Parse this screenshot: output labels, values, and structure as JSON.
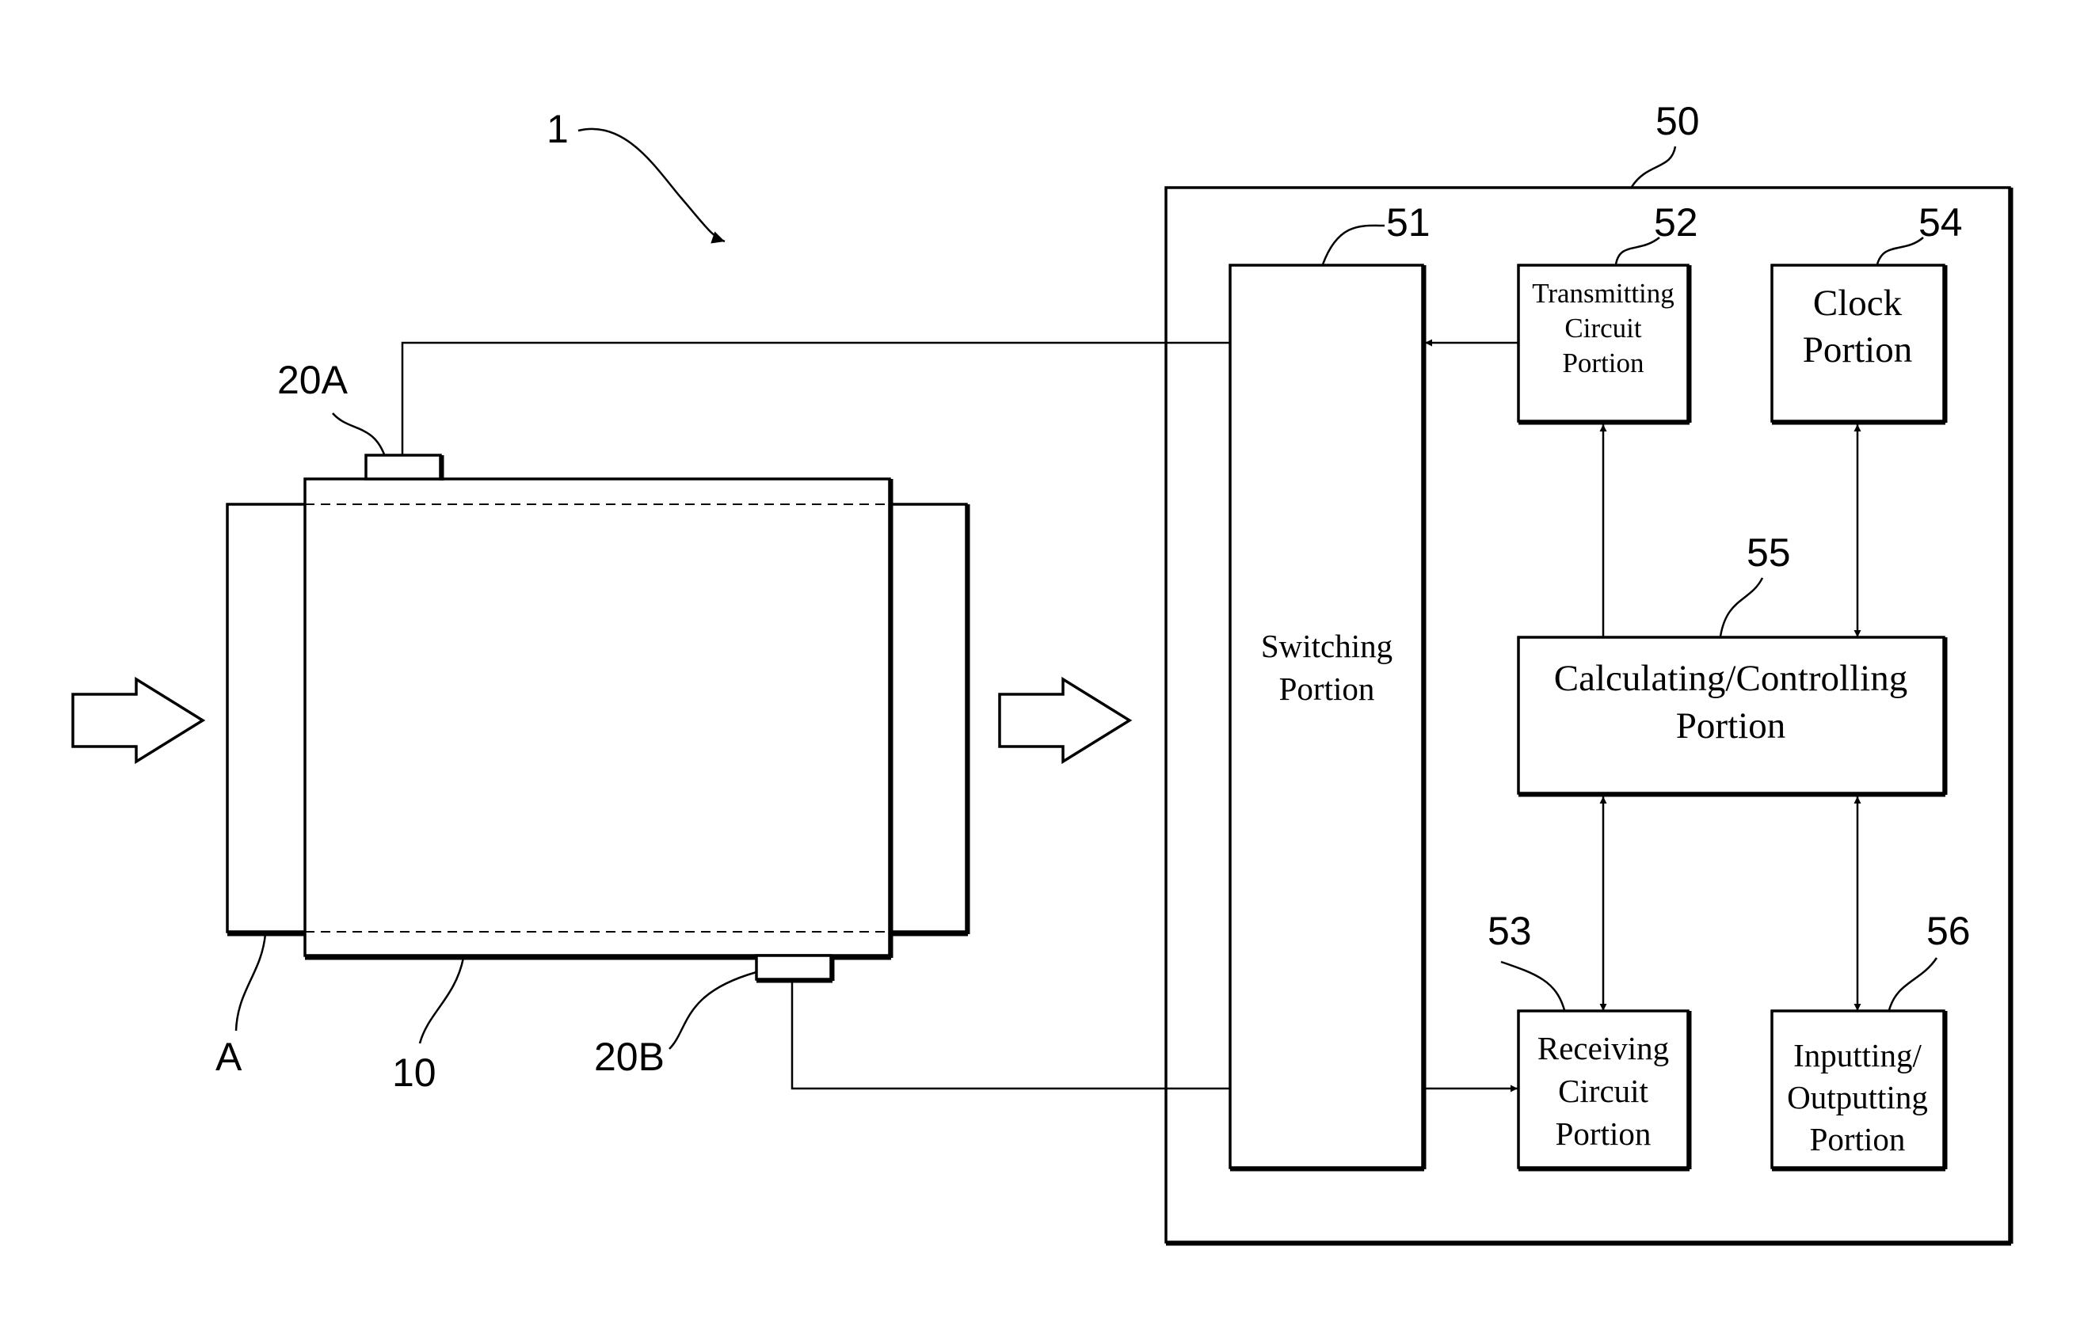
{
  "diagram": {
    "reference_numerals": {
      "system": "1",
      "flow_pipe": "10",
      "upstream_pipe": "A",
      "transducer_a": "20A",
      "transducer_b": "20B",
      "controller": "50",
      "switching": "51",
      "transmitting": "52",
      "receiving": "53",
      "clock": "54",
      "calculating": "55",
      "io": "56"
    },
    "blocks": {
      "switching": [
        "Switching",
        "Portion"
      ],
      "transmitting": [
        "Transmitting",
        "Circuit",
        "Portion"
      ],
      "clock": [
        "Clock",
        "Portion"
      ],
      "calculating": [
        "Calculating/Controlling",
        "Portion"
      ],
      "receiving": [
        "Receiving",
        "Circuit",
        "Portion"
      ],
      "io": [
        "Inputting/",
        "Outputting",
        "Portion"
      ]
    }
  }
}
